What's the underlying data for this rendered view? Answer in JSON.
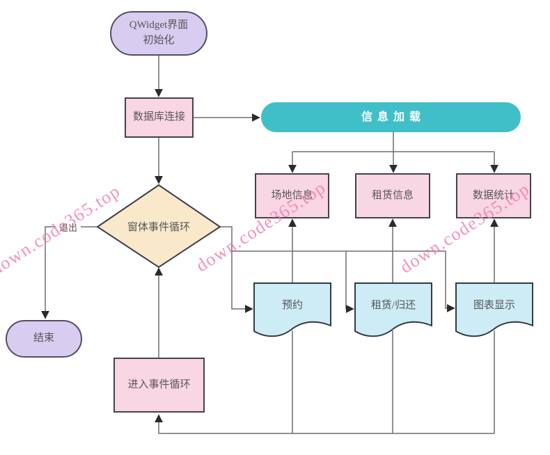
{
  "watermark": {
    "text": "down.code365.top",
    "color": "#f277ad"
  },
  "nodes": {
    "start": {
      "label": "QWidget界面\n初始化",
      "shape": "stadium"
    },
    "db_connect": {
      "label": "数据库连接",
      "shape": "rect"
    },
    "info_load": {
      "label": "信息加载",
      "shape": "pill"
    },
    "event_loop": {
      "label": "窗体事件循环",
      "shape": "diamond"
    },
    "end": {
      "label": "结束",
      "shape": "stadium"
    },
    "venue_info": {
      "label": "场地信息",
      "shape": "rect"
    },
    "rental_info": {
      "label": "租赁信息",
      "shape": "rect"
    },
    "data_stats": {
      "label": "数据统计",
      "shape": "rect"
    },
    "reserve": {
      "label": "预约",
      "shape": "document"
    },
    "rent_return": {
      "label": "租赁/归还",
      "shape": "document"
    },
    "chart_display": {
      "label": "图表显示",
      "shape": "document"
    },
    "enter_loop": {
      "label": "进入事件循环",
      "shape": "rect"
    }
  },
  "edges": {
    "exit_label": "退出"
  },
  "colors": {
    "purple-fill": "#d8ccf0",
    "purple-border": "#514f66",
    "pink-fill": "#f9d6e4",
    "pink-border": "#45414f",
    "teal-fill": "#41bfc9",
    "pill-text": "#ffffff",
    "diamond-fill": "#f9e8ca",
    "diamond-border": "#3f3d49",
    "doc-fill": "#cdecf5",
    "doc-border": "#323b44",
    "line-color": "#6e6e6e",
    "arrow-color": "#2b2b2b",
    "text-color": "#565656",
    "watermark-color": "#f277ad"
  }
}
